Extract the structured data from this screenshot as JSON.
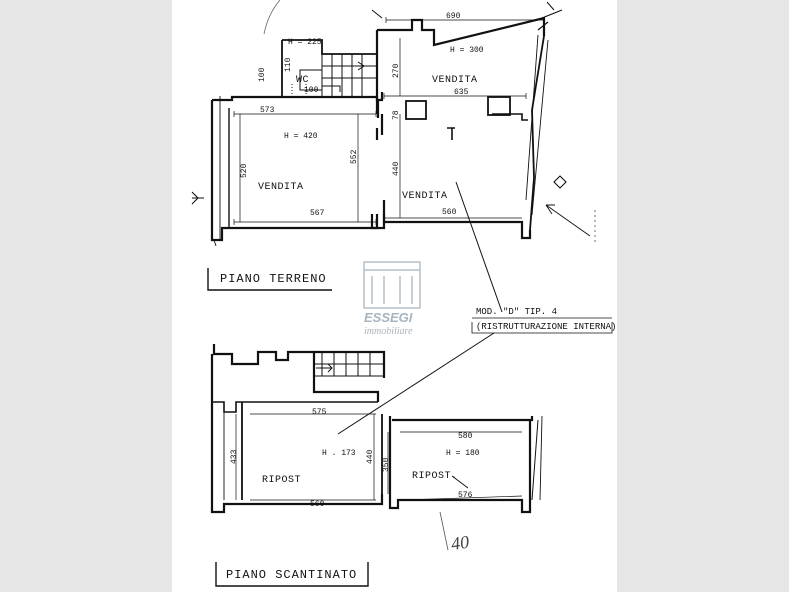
{
  "watermark": {
    "brand": "ESSEGI",
    "subtitle": "immobiliare"
  },
  "ground_floor": {
    "title": "PIANO TERRENO",
    "heights": {
      "left": "H = 420",
      "right": "H = 300",
      "stair": "H = 225"
    },
    "rooms": {
      "left": "VENDITA",
      "middle": "VENDITA",
      "right_upper": "VENDITA"
    },
    "wc": "WC",
    "dims": {
      "top": "690",
      "upper_right": "635",
      "left_top": "573",
      "left_bottom": "567",
      "right_bottom": "560",
      "left_side": "520",
      "middle": "552",
      "right_side": "440",
      "stair_side": "270",
      "small": "78",
      "wc_a": "100",
      "wc_b": "110",
      "wc_c": "100"
    }
  },
  "note": {
    "line1": "MOD. \"D\" TIP. 4",
    "line2": "(RISTRUTTURAZIONE INTERNA)"
  },
  "basement": {
    "title": "PIANO SCANTINATO",
    "heights": {
      "left": "H . 173",
      "right": "H = 180"
    },
    "rooms": {
      "left": "RIPOST",
      "right": "RIPOST."
    },
    "dims": {
      "left_top": "575",
      "left_bottom": "560",
      "left_side": "433",
      "middle": "440",
      "right_top": "580",
      "right_bottom": "576",
      "right_side": "350"
    }
  },
  "handwritten": "40"
}
